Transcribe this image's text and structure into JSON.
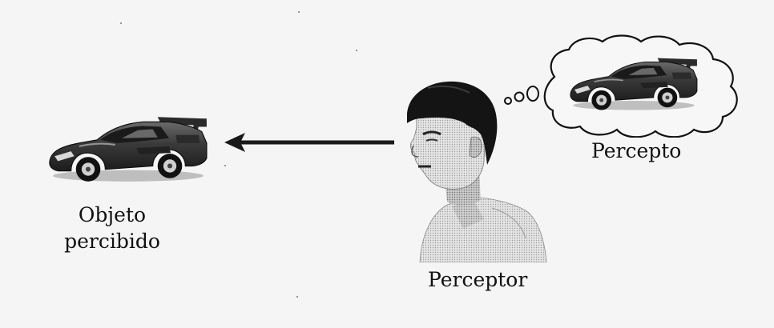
{
  "labels": {
    "object_line1": "Objeto",
    "object_line2": "percibido",
    "percept": "Percepto",
    "perceiver": "Perceptor"
  },
  "icons": {
    "perceived_object": "sports-car-icon",
    "percept_image": "sports-car-icon",
    "perceiver": "person-icon",
    "thought": "thought-bubble-icon",
    "direction": "arrow-left-icon"
  },
  "colors": {
    "background": "#f5f5f5",
    "ink": "#111111",
    "car_body": "#3a3a3a",
    "skin": "#dcdcdc",
    "hair": "#141414"
  }
}
